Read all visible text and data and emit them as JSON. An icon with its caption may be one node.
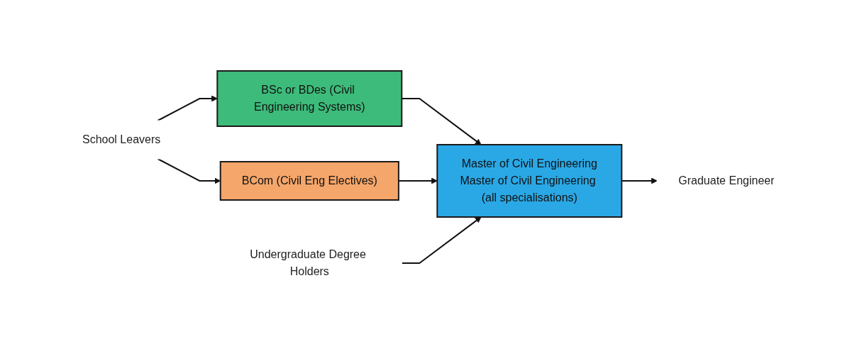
{
  "diagram": {
    "nodes": [
      {
        "text": [
          "School Leavers"
        ]
      },
      {
        "text": [
          "BSc or BDes (Civil Engineering Systems)"
        ]
      },
      {
        "text": [
          "BCom (Civil Eng Electives)"
        ]
      },
      {
        "text": [
          "Undergraduate Degree Holders"
        ]
      },
      {
        "text": [
          "Master of Civil Engineering",
          "Master of Civil Engineering (all specialisations)"
        ]
      },
      {
        "text": [
          "Graduate Engineer"
        ]
      }
    ],
    "edges": [
      {
        "from": 0,
        "to": 1,
        "arrow": "to"
      },
      {
        "from": 0,
        "to": 2,
        "arrow": "to"
      },
      {
        "from": 1,
        "to": 4,
        "arrow": "to"
      },
      {
        "from": 2,
        "to": 4,
        "arrow": "to"
      },
      {
        "from": 3,
        "to": 4,
        "arrow": "to"
      },
      {
        "from": 4,
        "to": 5,
        "arrow": "to"
      }
    ]
  }
}
